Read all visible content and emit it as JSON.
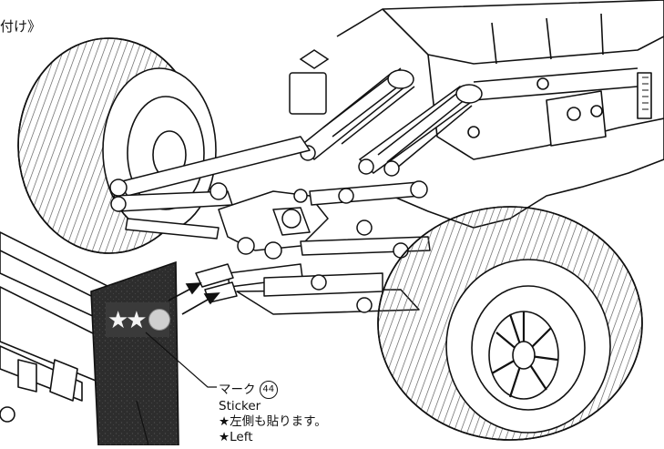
{
  "heading": "付け》",
  "callout": {
    "line1": "マーク",
    "number": "44",
    "line2": "Sticker",
    "line3": "★左側も貼ります。",
    "line4": "★Left"
  },
  "sticker_stars": "★★",
  "colors": {
    "ink": "#111111",
    "sticker": "#2b2b2b",
    "tire_tread": "#555555"
  }
}
